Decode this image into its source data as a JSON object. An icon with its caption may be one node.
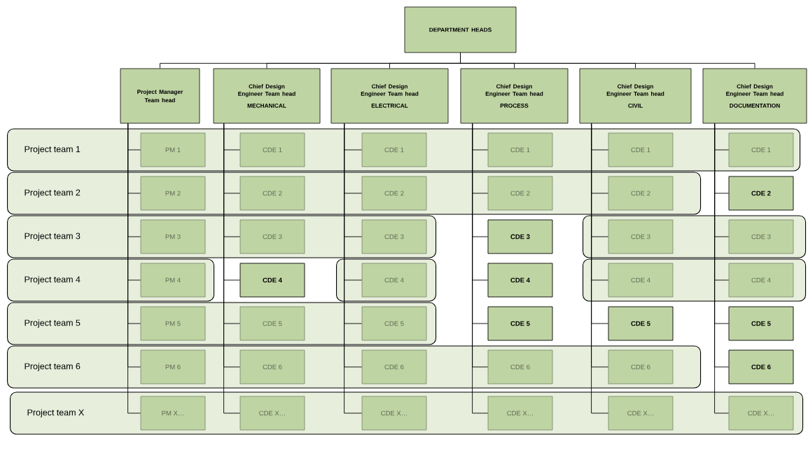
{
  "diagram": {
    "nodes": [
      {
        "text": [
          "DEPARTMENT HEADS"
        ]
      },
      {
        "text": [
          "Project Manager Team head"
        ]
      },
      {
        "text": [
          "Chief Design Engineer Team head",
          "MECHANICAL"
        ]
      },
      {
        "text": [
          "Chief Design Engineer Team head",
          "ELECTRICAL"
        ]
      },
      {
        "text": [
          "Chief Design Engineer Team head",
          "PROCESS"
        ]
      },
      {
        "text": [
          "Chief Design Engineer Team head",
          "CIVIL"
        ]
      },
      {
        "text": [
          "Chief Design Engineer Team head",
          "DOCUMENTATION"
        ]
      },
      {
        "text": [
          "Project team 1"
        ]
      },
      {
        "text": [
          "PM 1"
        ],
        "in": 7
      },
      {
        "text": [
          "CDE 1"
        ],
        "in": 7
      },
      {
        "text": [
          "CDE 1"
        ],
        "in": 7
      },
      {
        "text": [
          "CDE 1"
        ],
        "in": 7
      },
      {
        "text": [
          "CDE 1"
        ],
        "in": 7
      },
      {
        "text": [
          "CDE 1"
        ],
        "in": 7
      },
      {
        "text": [
          "Project team 2"
        ]
      },
      {
        "text": [
          "PM 2"
        ],
        "in": 14
      },
      {
        "text": [
          "CDE 2"
        ],
        "in": 14
      },
      {
        "text": [
          "CDE 2"
        ],
        "in": 14
      },
      {
        "text": [
          "CDE 2"
        ],
        "in": 14
      },
      {
        "text": [
          "CDE 2"
        ],
        "in": 14
      },
      {
        "text": [
          "CDE 2"
        ]
      },
      {
        "text": [
          "Project team 3"
        ]
      },
      {
        "text": [
          "PM 3"
        ],
        "in": 21
      },
      {
        "text": [
          "CDE 3"
        ],
        "in": 21
      },
      {
        "text": [
          "CDE 3"
        ],
        "in": 21
      },
      {
        "text": [
          "CDE 3"
        ]
      },
      {
        "text": [],
        "shape": "box"
      },
      {
        "text": [
          "CDE 3"
        ],
        "in": 26
      },
      {
        "text": [
          "CDE 3"
        ],
        "in": 26
      },
      {
        "text": [
          "Project team 4"
        ]
      },
      {
        "text": [
          "PM 4"
        ],
        "in": 29
      },
      {
        "text": [
          "CDE 4"
        ]
      },
      {
        "text": [],
        "shape": "box"
      },
      {
        "text": [
          "CDE 4"
        ],
        "in": 32
      },
      {
        "text": [
          "CDE 4"
        ]
      },
      {
        "text": [],
        "shape": "box"
      },
      {
        "text": [
          "CDE 4"
        ],
        "in": 35
      },
      {
        "text": [
          "CDE 4"
        ],
        "in": 35
      },
      {
        "text": [
          "Project team 5"
        ]
      },
      {
        "text": [
          "PM 5"
        ],
        "in": 38
      },
      {
        "text": [
          "CDE 5"
        ],
        "in": 38
      },
      {
        "text": [
          "CDE 5"
        ],
        "in": 38
      },
      {
        "text": [
          "CDE 5"
        ]
      },
      {
        "text": [
          "CDE 5"
        ]
      },
      {
        "text": [
          "CDE 5"
        ]
      },
      {
        "text": [
          "Project team 6"
        ]
      },
      {
        "text": [
          "PM 6"
        ],
        "in": 45
      },
      {
        "text": [
          "CDE 6"
        ],
        "in": 45
      },
      {
        "text": [
          "CDE 6"
        ],
        "in": 45
      },
      {
        "text": [
          "CDE 6"
        ],
        "in": 45
      },
      {
        "text": [
          "CDE 6"
        ],
        "in": 45
      },
      {
        "text": [
          "CDE 6"
        ]
      },
      {
        "text": [
          "Project team X"
        ]
      },
      {
        "text": [
          "PM X…"
        ],
        "in": 52
      },
      {
        "text": [
          "CDE X…"
        ],
        "in": 52
      },
      {
        "text": [
          "CDE X…"
        ],
        "in": 52
      },
      {
        "text": [
          "CDE X…"
        ],
        "in": 52
      },
      {
        "text": [
          "CDE X…"
        ],
        "in": 52
      },
      {
        "text": [
          "CDE X…"
        ],
        "in": 52
      }
    ],
    "edges": [
      {
        "from": 0,
        "to": 1,
        "arrow": "none"
      },
      {
        "from": 0,
        "to": 2,
        "arrow": "none"
      },
      {
        "from": 0,
        "to": 3,
        "arrow": "none"
      },
      {
        "from": 0,
        "to": 4,
        "arrow": "none"
      },
      {
        "from": 0,
        "to": 5,
        "arrow": "none"
      },
      {
        "from": 0,
        "to": 6,
        "arrow": "none"
      },
      {
        "from": 1,
        "to": 8,
        "arrow": "none"
      },
      {
        "from": 1,
        "to": 15,
        "arrow": "none"
      },
      {
        "from": 1,
        "to": 22,
        "arrow": "none"
      },
      {
        "from": 1,
        "to": 30,
        "arrow": "none"
      },
      {
        "from": 1,
        "to": 39,
        "arrow": "none"
      },
      {
        "from": 1,
        "to": 46,
        "arrow": "none"
      },
      {
        "from": 1,
        "to": 53,
        "arrow": "none"
      },
      {
        "from": 2,
        "to": 9,
        "arrow": "none"
      },
      {
        "from": 2,
        "to": 16,
        "arrow": "none"
      },
      {
        "from": 2,
        "to": 23,
        "arrow": "none"
      },
      {
        "from": 2,
        "to": 31,
        "arrow": "none"
      },
      {
        "from": 2,
        "to": 40,
        "arrow": "none"
      },
      {
        "from": 2,
        "to": 47,
        "arrow": "none"
      },
      {
        "from": 2,
        "to": 54,
        "arrow": "none"
      },
      {
        "from": 3,
        "to": 10,
        "arrow": "none"
      },
      {
        "from": 3,
        "to": 17,
        "arrow": "none"
      },
      {
        "from": 3,
        "to": 24,
        "arrow": "none"
      },
      {
        "from": 3,
        "to": 33,
        "arrow": "none"
      },
      {
        "from": 3,
        "to": 41,
        "arrow": "none"
      },
      {
        "from": 3,
        "to": 48,
        "arrow": "none"
      },
      {
        "from": 3,
        "to": 55,
        "arrow": "none"
      },
      {
        "from": 4,
        "to": 11,
        "arrow": "none"
      },
      {
        "from": 4,
        "to": 18,
        "arrow": "none"
      },
      {
        "from": 4,
        "to": 25,
        "arrow": "none"
      },
      {
        "from": 4,
        "to": 34,
        "arrow": "none"
      },
      {
        "from": 4,
        "to": 42,
        "arrow": "none"
      },
      {
        "from": 4,
        "to": 49,
        "arrow": "none"
      },
      {
        "from": 4,
        "to": 56,
        "arrow": "none"
      },
      {
        "from": 5,
        "to": 12,
        "arrow": "none"
      },
      {
        "from": 5,
        "to": 19,
        "arrow": "none"
      },
      {
        "from": 5,
        "to": 27,
        "arrow": "none"
      },
      {
        "from": 5,
        "to": 36,
        "arrow": "none"
      },
      {
        "from": 5,
        "to": 43,
        "arrow": "none"
      },
      {
        "from": 5,
        "to": 50,
        "arrow": "none"
      },
      {
        "from": 5,
        "to": 57,
        "arrow": "none"
      },
      {
        "from": 6,
        "to": 13,
        "arrow": "none"
      },
      {
        "from": 6,
        "to": 20,
        "arrow": "none"
      },
      {
        "from": 6,
        "to": 28,
        "arrow": "none"
      },
      {
        "from": 6,
        "to": 37,
        "arrow": "none"
      },
      {
        "from": 6,
        "to": 44,
        "arrow": "none"
      },
      {
        "from": 6,
        "to": 51,
        "arrow": "none"
      },
      {
        "from": 6,
        "to": 58,
        "arrow": "none"
      }
    ]
  }
}
